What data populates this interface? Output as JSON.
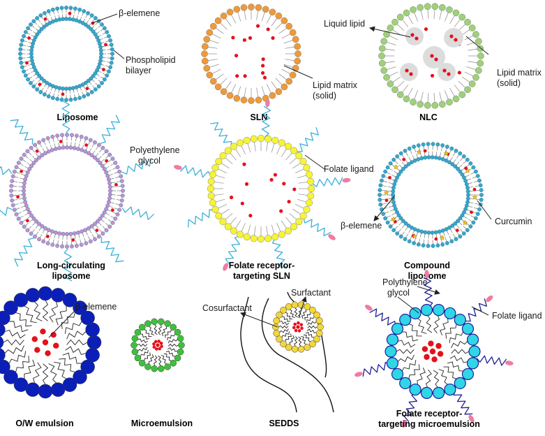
{
  "panels": [
    {
      "id": "liposome",
      "caption": [
        "Liposome"
      ],
      "labels": {
        "drug": "β-elemene",
        "bilayer": [
          "Phospholipid",
          "bilayer"
        ]
      }
    },
    {
      "id": "sln",
      "caption": [
        "SLN"
      ],
      "labels": {
        "matrix": [
          "Lipid matrix",
          "(solid)"
        ]
      }
    },
    {
      "id": "nlc",
      "caption": [
        "NLC"
      ],
      "labels": {
        "liquid": "Liquid lipid",
        "matrix": [
          "Lipid matrix",
          "(solid)"
        ]
      }
    },
    {
      "id": "long-circulating-liposome",
      "caption": [
        "Long-circulating",
        "liposome"
      ],
      "labels": {
        "peg": [
          "Polyethylene",
          "glycol"
        ]
      }
    },
    {
      "id": "folate-sln",
      "caption": [
        "Folate receptor-",
        "targeting SLN"
      ],
      "labels": {
        "folate": "Folate ligand"
      }
    },
    {
      "id": "compound-liposome",
      "caption": [
        "Compound",
        "liposome"
      ],
      "labels": {
        "drug": "β-elemene",
        "curcumin": "Curcumin"
      }
    },
    {
      "id": "ow-emulsion",
      "caption": [
        "O/W emulsion"
      ],
      "labels": {
        "drug": "β-elemene"
      }
    },
    {
      "id": "microemulsion",
      "caption": [
        "Microemulsion"
      ],
      "labels": {}
    },
    {
      "id": "sedds",
      "caption": [
        "SEDDS"
      ],
      "labels": {
        "cosurfactant": "Cosurfactant",
        "surfactant": "Surfactant"
      }
    },
    {
      "id": "folate-microemulsion",
      "caption": [
        "Folate receptor-",
        "targeting microemulsion"
      ],
      "labels": {
        "peg": [
          "Polythylene",
          "glycol"
        ],
        "folate": "Folate ligand"
      }
    }
  ],
  "colors": {
    "phospholipid_head": "#3aa5c8",
    "drug": "#e4111b",
    "sln_head": "#ee9a3a",
    "nlc_head": "#9fd07a",
    "liquid_lipid": "#dcdcdc",
    "peg_chain": "#3bb0d8",
    "peg_head": "#c48fcf",
    "folate_head": "#f6f436",
    "folate_ligand": "#ee7ca3",
    "curcumin": "#f2c51a",
    "ow_head": "#0b1fb8",
    "micro_head": "#3cc23a",
    "sedds_head": "#f2d63c",
    "fme_head": "#2fd6e6",
    "fme_chain": "#1f1f9a"
  }
}
